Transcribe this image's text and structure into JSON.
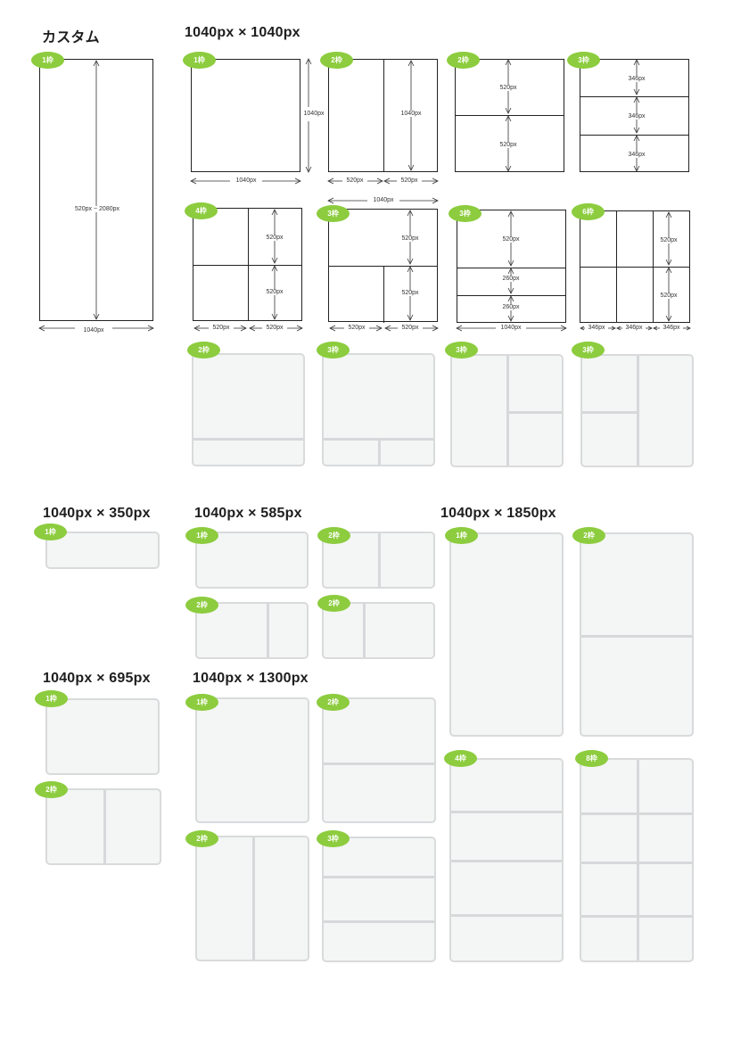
{
  "headings": {
    "custom": "カスタム",
    "sq": "1040px × 1040px",
    "h350": "1040px × 350px",
    "h585": "1040px × 585px",
    "h1850": "1040px × 1850px",
    "h695": "1040px × 695px",
    "h1300": "1040px × 1300px"
  },
  "badges": {
    "b1": "1枠",
    "b2": "2枠",
    "b3": "3枠",
    "b4": "4枠",
    "b6": "6枠",
    "b8": "8枠"
  },
  "dims": {
    "custom_height": "520px ~ 2080px",
    "w1040": "1040px",
    "h1040": "1040px",
    "w520": "520px",
    "h520": "520px",
    "h346": "346px",
    "h260": "260px",
    "w346": "346px"
  },
  "colors": {
    "badge": "#8ccc3e",
    "frame_fill": "#f4f5f5",
    "frame_border": "#d9dadc",
    "outline": "#222222"
  }
}
